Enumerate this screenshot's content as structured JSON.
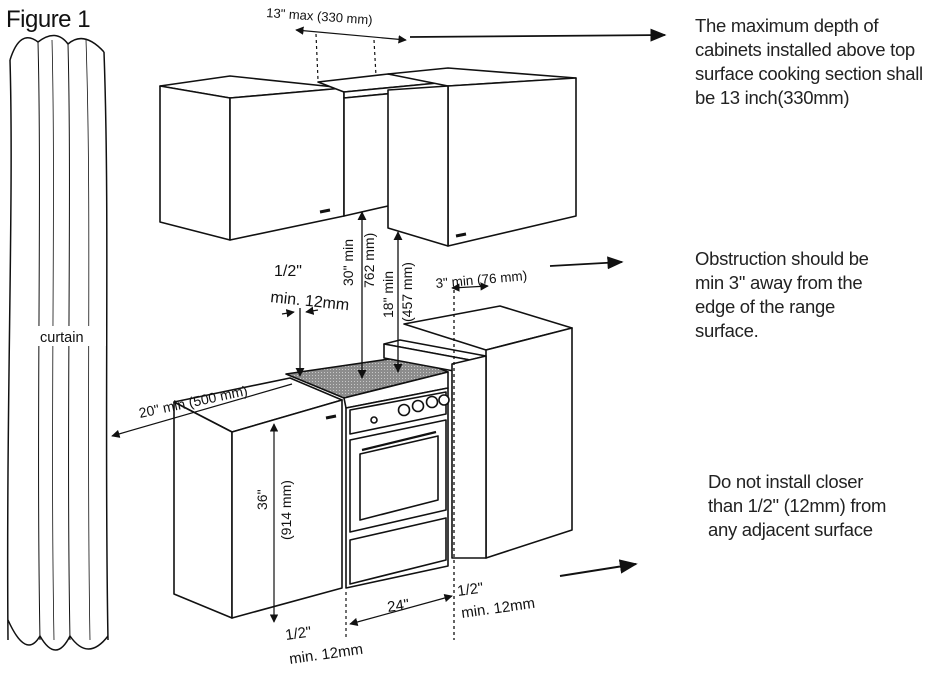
{
  "figure": {
    "title": "Figure 1"
  },
  "labels": {
    "curtain": "curtain",
    "cabinet_depth": "13\" max (330 mm)",
    "hood_clearance_in": "30\" min",
    "hood_clearance_mm": "762 mm)",
    "cabinet_clearance_in": "18\" min",
    "cabinet_clearance_mm": "(457 mm)",
    "side_gap_top_in": "1/2\"",
    "side_gap_top_mm": "min. 12mm",
    "obstruction_dist": "3\" min (76 mm)",
    "curtain_dist": "20\" min (500 mm)",
    "counter_height_in": "36\"",
    "counter_height_mm": "(914 mm)",
    "range_width": "24\"",
    "side_gap_left_in": "1/2\"",
    "side_gap_left_mm": "min. 12mm",
    "side_gap_right_in": "1/2\"",
    "side_gap_right_mm": "min. 12mm"
  },
  "notes": {
    "depth": "The maximum depth of cabinets installed above top surface cooking section shall be 13 inch(330mm)",
    "obstruction": "Obstruction should be min 3'' away from the edge of the range surface.",
    "install": "Do not install closer than 1/2\" (12mm) from any adjacent surface"
  },
  "colors": {
    "line": "#111111",
    "cooktop": "#9a9a9a",
    "background": "#ffffff"
  }
}
